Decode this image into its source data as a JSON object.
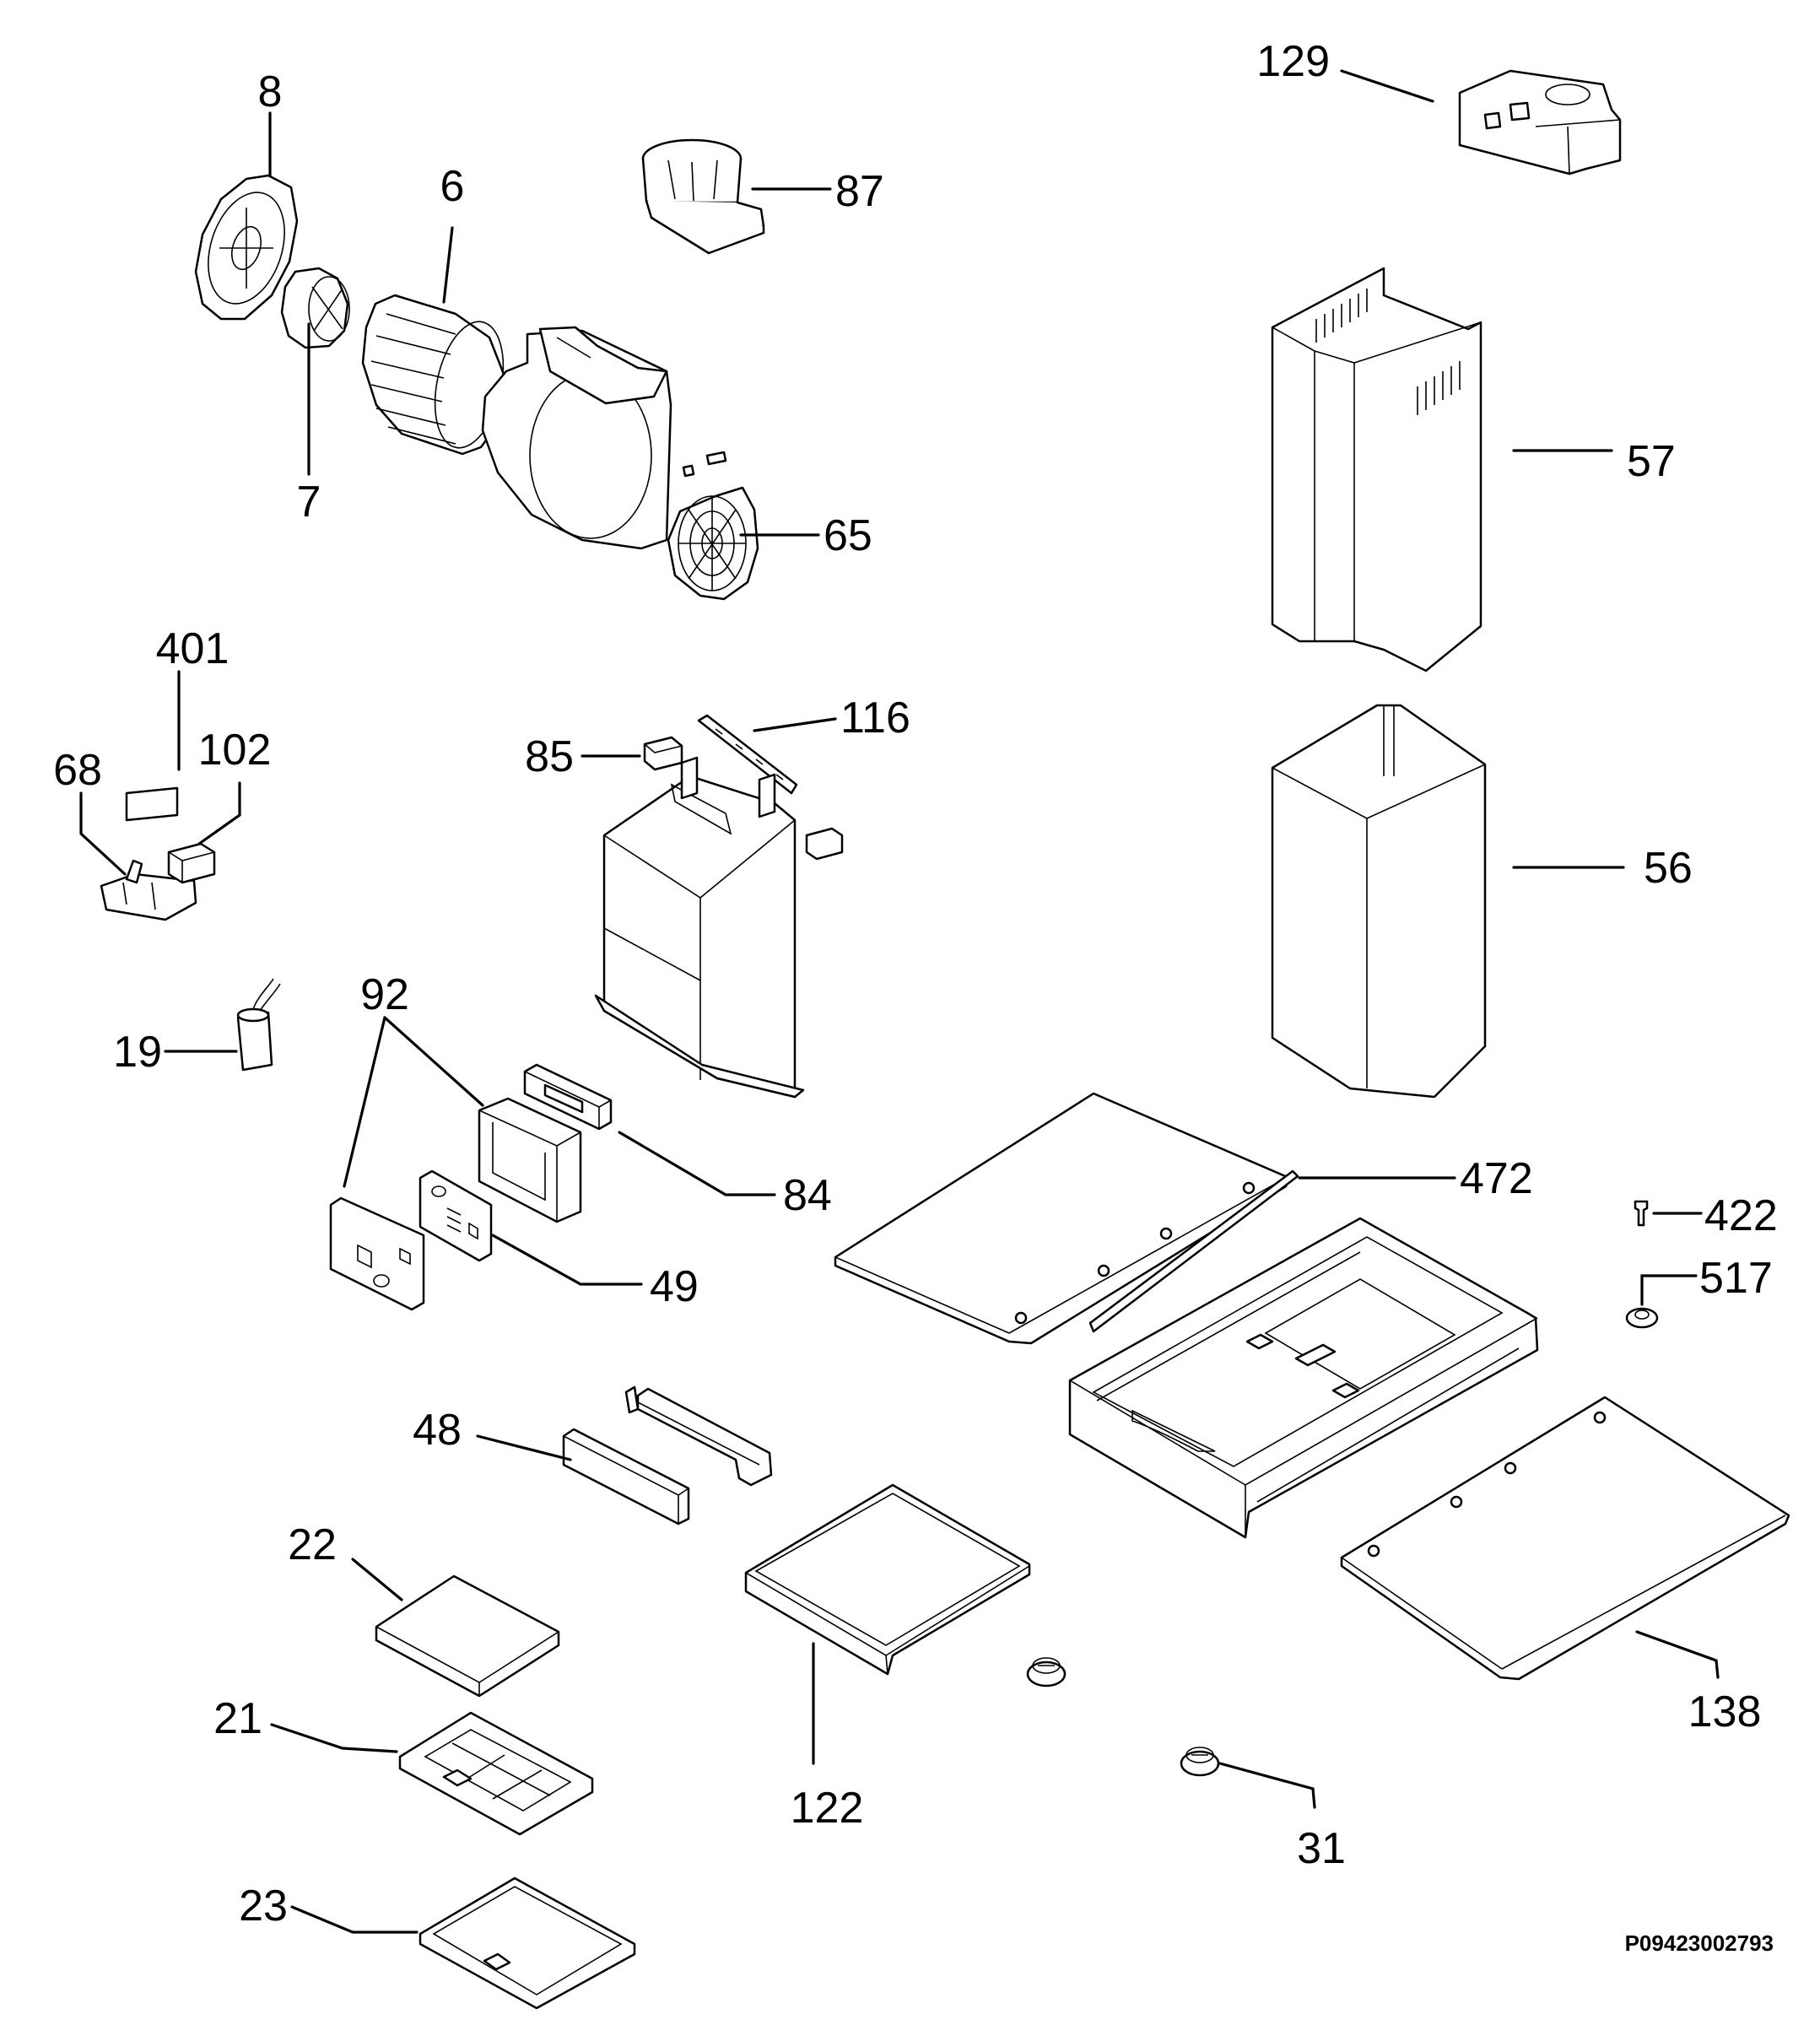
{
  "document_code": "P09423002793",
  "callouts": [
    {
      "id": "c8",
      "label": "8"
    },
    {
      "id": "c6",
      "label": "6"
    },
    {
      "id": "c7",
      "label": "7"
    },
    {
      "id": "c87",
      "label": "87"
    },
    {
      "id": "c65",
      "label": "65"
    },
    {
      "id": "c129",
      "label": "129"
    },
    {
      "id": "c57",
      "label": "57"
    },
    {
      "id": "c56",
      "label": "56"
    },
    {
      "id": "c401",
      "label": "401"
    },
    {
      "id": "c102",
      "label": "102"
    },
    {
      "id": "c68",
      "label": "68"
    },
    {
      "id": "c85",
      "label": "85"
    },
    {
      "id": "c116",
      "label": "116"
    },
    {
      "id": "c19",
      "label": "19"
    },
    {
      "id": "c92",
      "label": "92"
    },
    {
      "id": "c84",
      "label": "84"
    },
    {
      "id": "c49",
      "label": "49"
    },
    {
      "id": "c472",
      "label": "472"
    },
    {
      "id": "c422",
      "label": "422"
    },
    {
      "id": "c517",
      "label": "517"
    },
    {
      "id": "c48",
      "label": "48"
    },
    {
      "id": "c22",
      "label": "22"
    },
    {
      "id": "c21",
      "label": "21"
    },
    {
      "id": "c122",
      "label": "122"
    },
    {
      "id": "c138",
      "label": "138"
    },
    {
      "id": "c31",
      "label": "31"
    },
    {
      "id": "c23",
      "label": "23"
    }
  ]
}
